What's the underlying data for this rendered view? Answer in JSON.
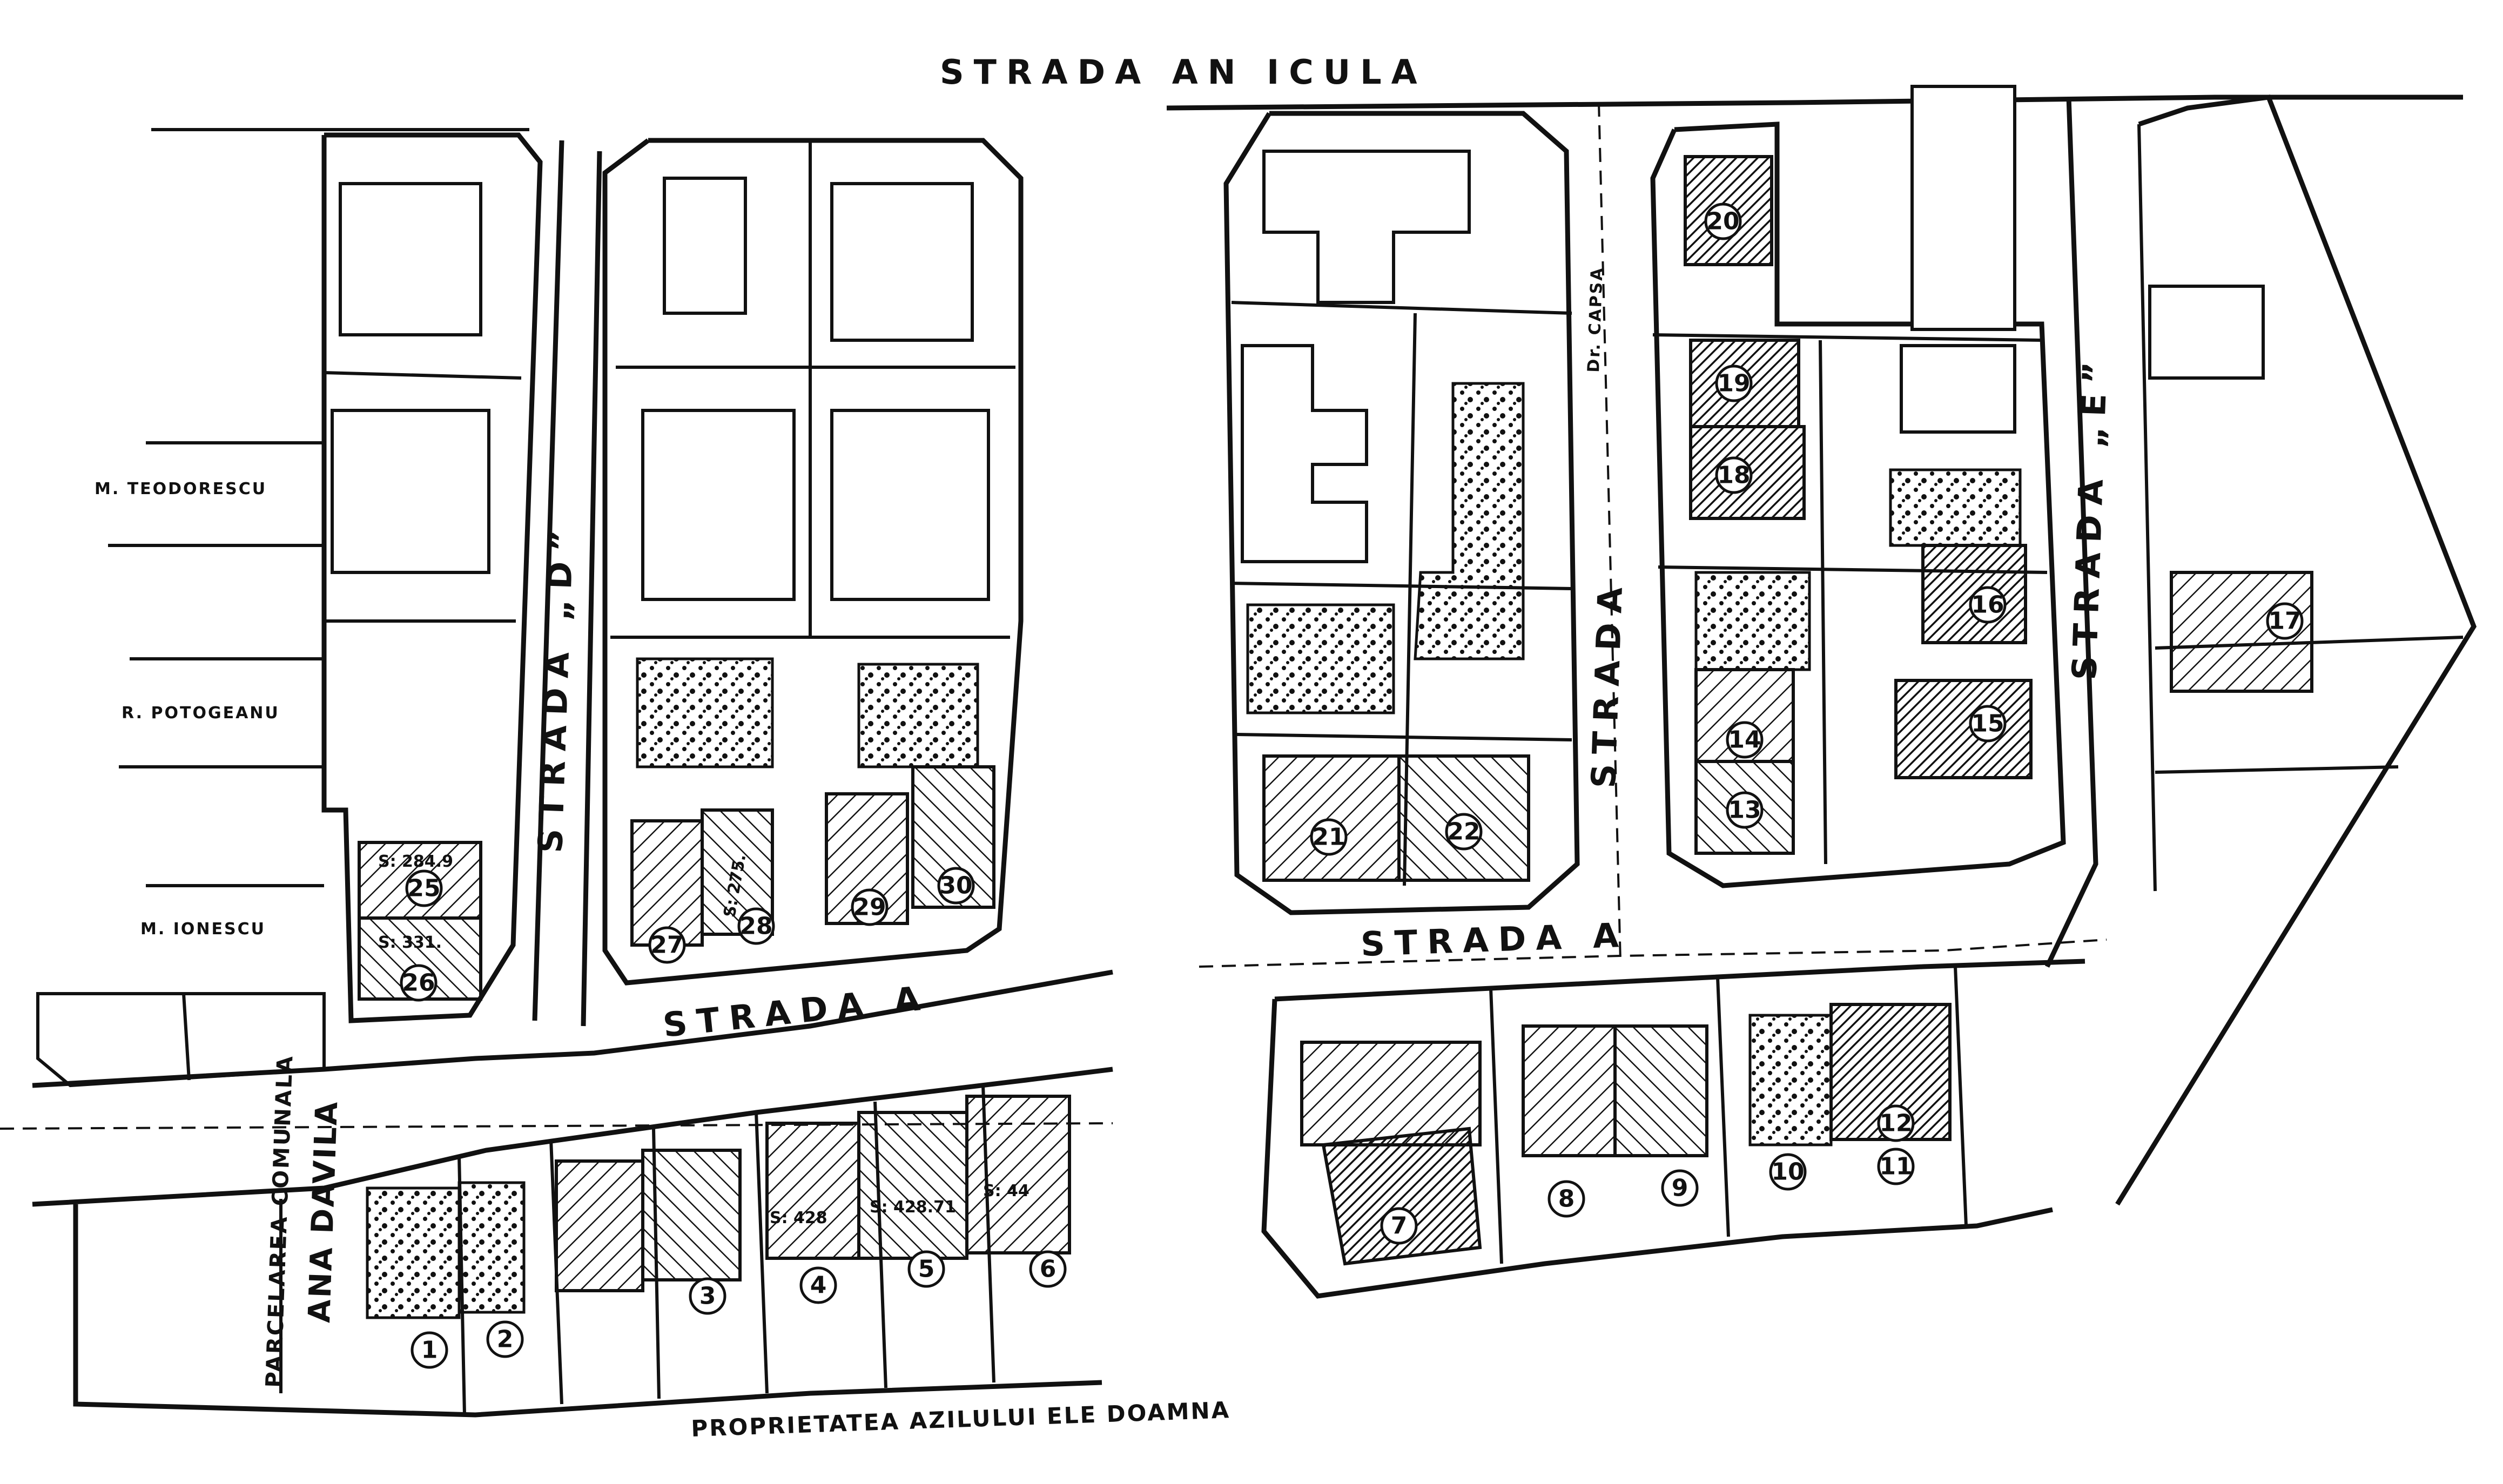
{
  "streets": {
    "top": "STRADA AN   ICULA",
    "d_vertical": "STRADA „D”",
    "a_left": "STRADA  A",
    "a_right": "STRADA  A",
    "a_vertical": "STRADA",
    "capsa": "Dr. CAPSA",
    "e_vertical": "STRADA „E”",
    "bottom": "PROPRIETATEA AZILULUI ELE   DOAMNA",
    "parcelarea_1": "PARCELAREA COMUNALA",
    "parcelarea_2": "ANA DAVILA"
  },
  "owners": {
    "o1": "M. TEODORESCU",
    "o2": "R. POTOGEANU",
    "o3": "M. IONESCU"
  },
  "lots": {
    "l1": "1",
    "l2": "2",
    "l3": "3",
    "l4": "4",
    "l5": "5",
    "l6": "6",
    "l7": "7",
    "l8": "8",
    "l9": "9",
    "l10": "10",
    "l11": "11",
    "l12": "12",
    "l13": "13",
    "l14": "14",
    "l15": "15",
    "l16": "16",
    "l17": "17",
    "l18": "18",
    "l19": "19",
    "l20": "20",
    "l21": "21",
    "l22": "22",
    "l25": "25",
    "l26": "26",
    "l27": "27",
    "l28": "28",
    "l29": "29",
    "l30": "30"
  },
  "areas": {
    "a_upper": "S: 284.9",
    "a_lower": "S: 331.",
    "a_s4": "S: 428",
    "a_s5": "S: 428.71",
    "a_s6": "S: 44",
    "a_s275": "S: 275."
  }
}
